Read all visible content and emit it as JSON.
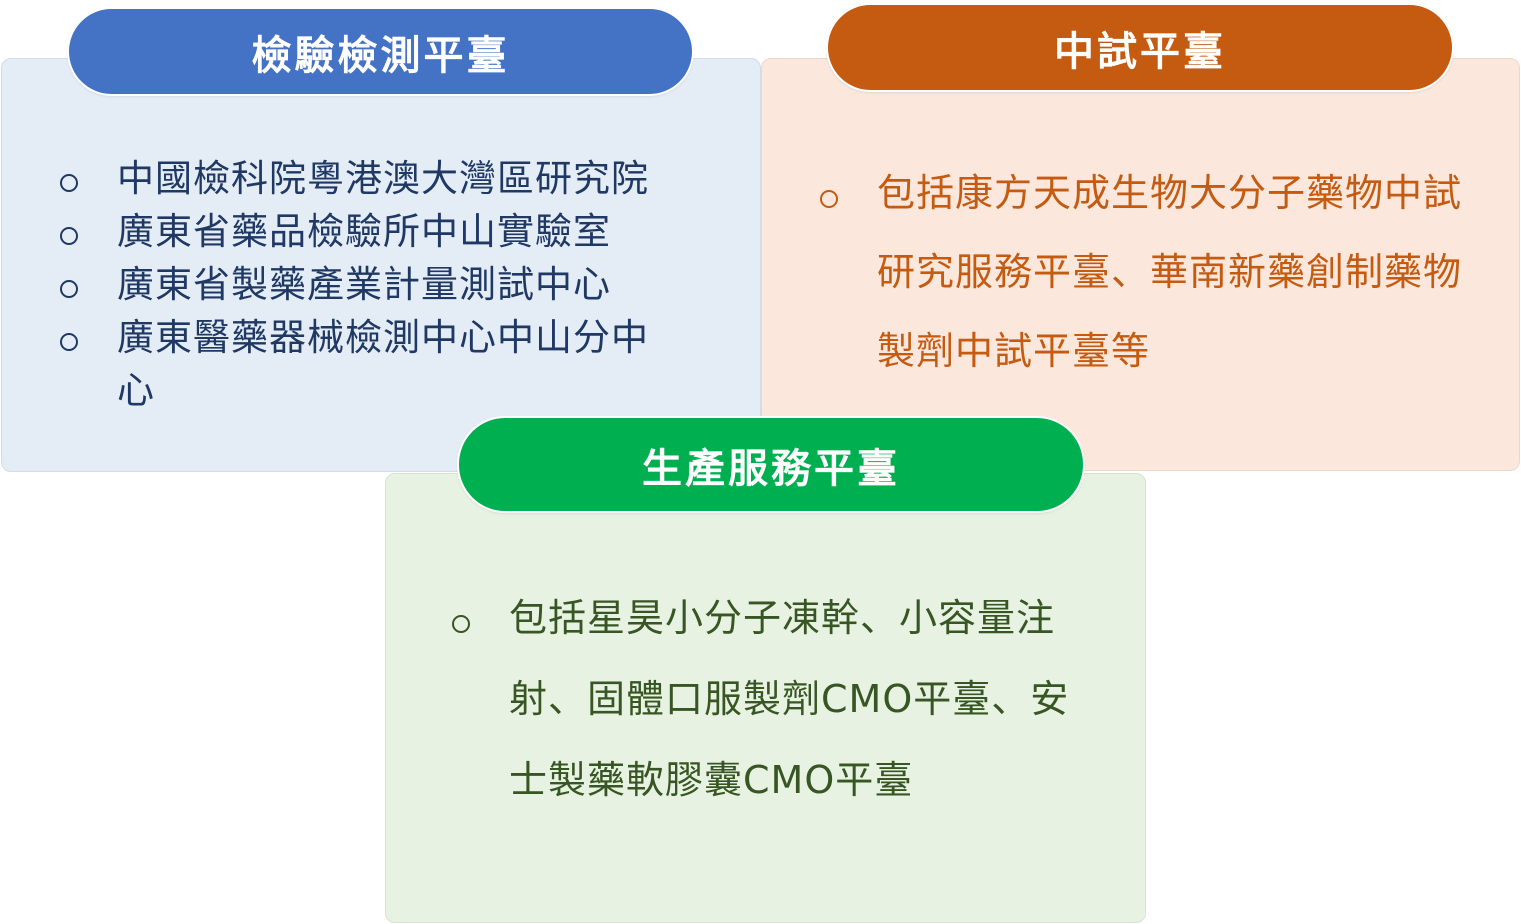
{
  "panels": {
    "testing": {
      "title": "檢驗檢測平臺",
      "items": [
        "中國檢科院粵港澳大灣區研究院",
        "廣東省藥品檢驗所中山實驗室",
        "廣東省製藥產業計量測試中心",
        "廣東醫藥器械檢測中心中山分中心"
      ]
    },
    "pilot": {
      "title": "中試平臺",
      "items": [
        "包括康方天成生物大分子藥物中試研究服務平臺、華南新藥創制藥物製劑中試平臺等"
      ]
    },
    "production": {
      "title": "生產服務平臺",
      "items": [
        "包括星昊小分子凍幹、小容量注射、固體口服製劑CMO平臺、安士製藥軟膠囊CMO平臺"
      ]
    }
  },
  "colors": {
    "testing_header": "#4472c4",
    "testing_panel": "#e4edf6",
    "testing_text": "#1f3864",
    "pilot_header": "#c55a11",
    "pilot_panel": "#fbe7dc",
    "pilot_text": "#c55a11",
    "production_header": "#00b050",
    "production_panel": "#e8f2e2",
    "production_text": "#375623"
  }
}
